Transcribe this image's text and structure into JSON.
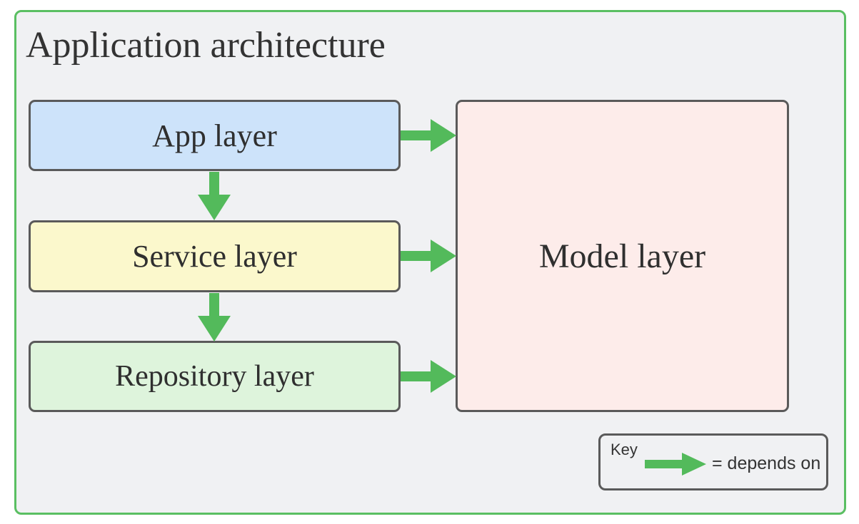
{
  "diagram": {
    "title": "Application architecture",
    "nodes": [
      {
        "id": "app",
        "label": "App layer",
        "fill": "#cde3fa"
      },
      {
        "id": "service",
        "label": "Service layer",
        "fill": "#fbf8cc"
      },
      {
        "id": "repository",
        "label": "Repository layer",
        "fill": "#def4dc"
      },
      {
        "id": "model",
        "label": "Model layer",
        "fill": "#fdecea"
      }
    ],
    "edges": [
      {
        "from": "app",
        "to": "model",
        "direction": "right"
      },
      {
        "from": "service",
        "to": "model",
        "direction": "right"
      },
      {
        "from": "repository",
        "to": "model",
        "direction": "right"
      },
      {
        "from": "app",
        "to": "service",
        "direction": "down"
      },
      {
        "from": "service",
        "to": "repository",
        "direction": "down"
      }
    ],
    "legend": {
      "title": "Key",
      "arrow_meaning": "= depends on"
    },
    "colors": {
      "arrow": "#53ba5b",
      "container_border": "#5abf62",
      "node_border": "#5a5a5a",
      "container_background": "#f0f1f3",
      "text": "#333333"
    }
  }
}
